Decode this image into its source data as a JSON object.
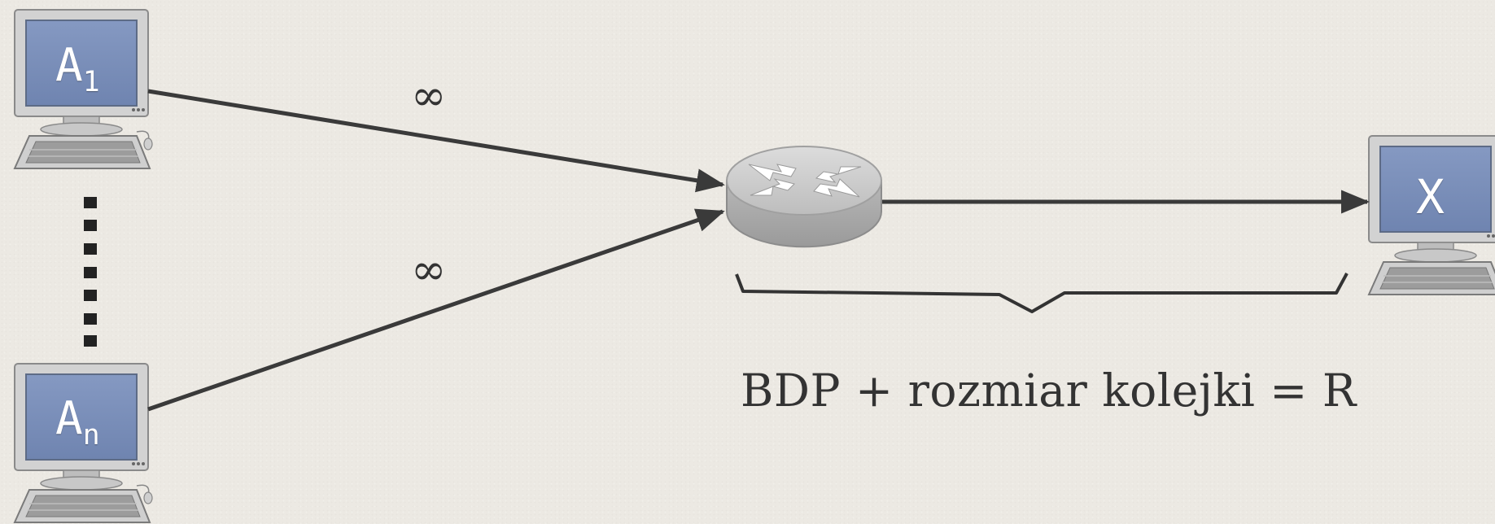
{
  "hosts": {
    "a1": {
      "name": "A",
      "sub": "1"
    },
    "an": {
      "name": "A",
      "sub": "n"
    },
    "x": {
      "name": "X"
    }
  },
  "links": {
    "top_capacity": "∞",
    "bottom_capacity": "∞"
  },
  "bottleneck": {
    "formula": "BDP + rozmiar kolejki = R"
  },
  "colors": {
    "screen": "#7f93bd",
    "screen_border": "#5d6b86",
    "computer_body": "#cfcfcf",
    "line": "#3a3a3a",
    "router_body": "#bfbfbf"
  }
}
